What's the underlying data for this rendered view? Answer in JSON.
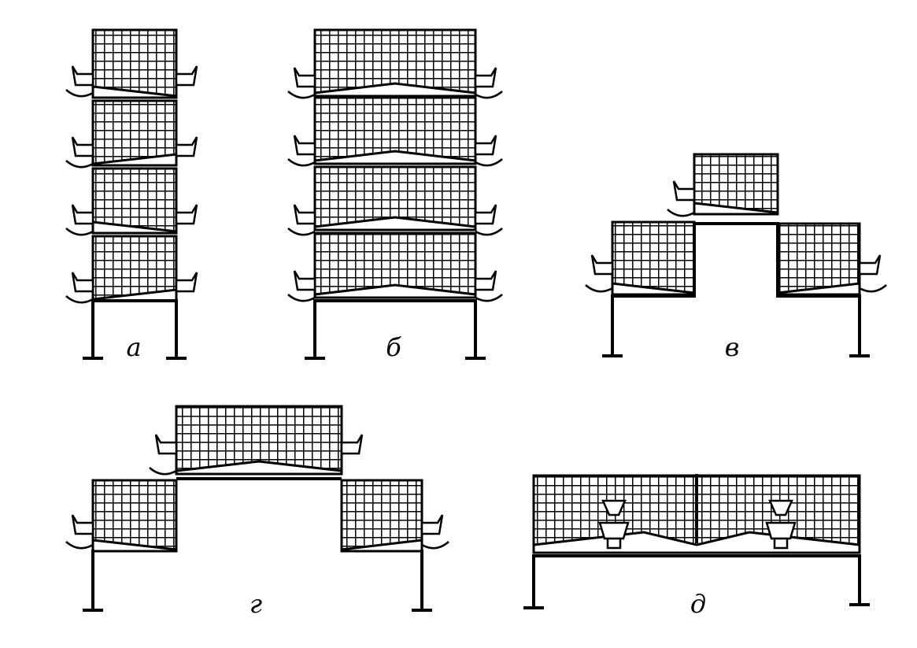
{
  "figure": {
    "panels": [
      {
        "id": "a",
        "caption": "а"
      },
      {
        "id": "b",
        "caption": "б"
      },
      {
        "id": "v",
        "caption": "в"
      },
      {
        "id": "g",
        "caption": "г"
      },
      {
        "id": "d",
        "caption": "д"
      }
    ],
    "colors": {
      "ink": "#000000",
      "paper": "#ffffff"
    }
  }
}
